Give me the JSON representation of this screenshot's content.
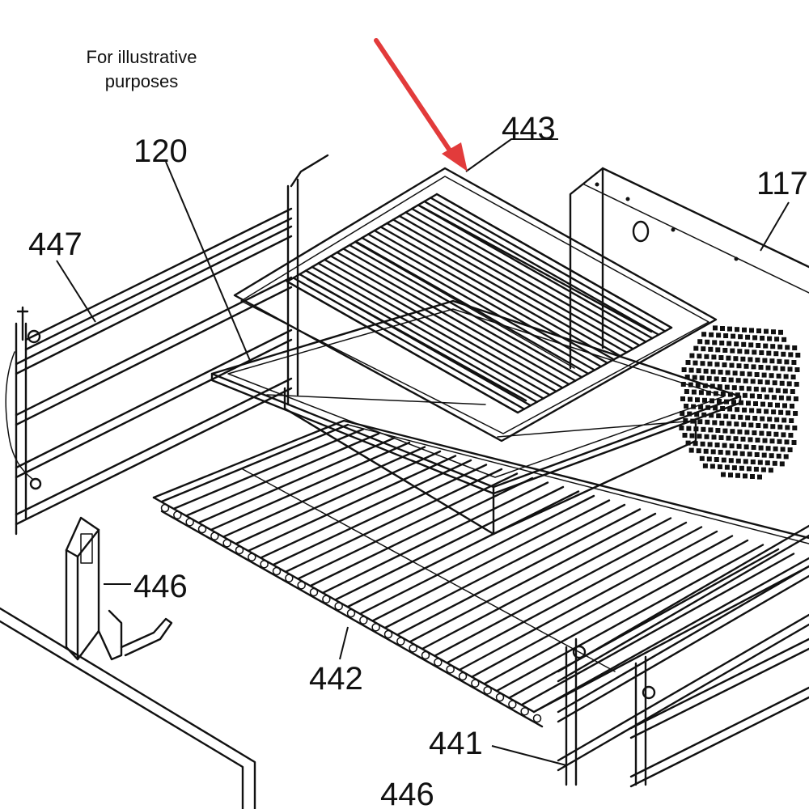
{
  "note": {
    "line1": "For illustrative",
    "line2": "purposes"
  },
  "callouts": {
    "rack_443": "443",
    "pan_120": "120",
    "panel_117": "117",
    "rail_447": "447",
    "hinge_446": "446",
    "rack_442": "442",
    "rail_441": "441",
    "hinge_446_lower": "446"
  },
  "colors": {
    "arrow": "#e23b3b",
    "ink": "#111111"
  }
}
